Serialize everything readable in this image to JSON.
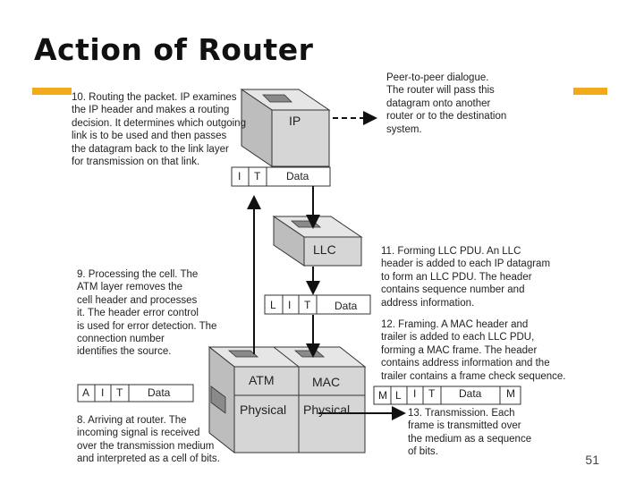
{
  "title": "Action of Router",
  "accent_color": "#f2a91a",
  "notes": {
    "routing": "10. Routing the packet. IP examines\nthe IP header and makes a routing\ndecision. It determines which outgoing\nlink is to be used and then passes\nthe datagram back to the link layer\nfor transmission on that link.",
    "peer": "Peer-to-peer dialogue.\nThe router will pass this\ndatagram onto another\nrouter or to the destination\nsystem.",
    "forming_llc": "11. Forming LLC PDU. An LLC\nheader is added to each IP datagram\nto form an LLC PDU. The header\ncontains sequence number and\naddress information.",
    "processing_cell": "9. Processing the cell. The\nATM layer removes the\ncell header and processes\nit. The header error control\n is used for error detection. The\nconnection number\nidentifies the source.",
    "framing": "12. Framing. A MAC header and\ntrailer is added to each LLC PDU,\nforming a MAC frame. The header\ncontains address information and the\ntrailer contains a frame check sequence.",
    "arriving": "8. Arriving at router. The\nincoming signal is received\nover the transmission medium\nand interpreted as a cell of bits.",
    "transmission": "13. Transmission. Each\nframe is transmitted over\nthe medium as a sequence\nof bits."
  },
  "layers": {
    "ip": "IP",
    "llc": "LLC",
    "atm": "ATM",
    "mac": "MAC",
    "physical_left": "Physical",
    "physical_right": "Physical"
  },
  "pdus": {
    "ip_row": [
      "I",
      "T",
      "Data"
    ],
    "llc_row": [
      "L",
      "I",
      "T",
      "Data"
    ],
    "atm_row": [
      "A",
      "I",
      "T",
      "Data"
    ],
    "mac_row": [
      "M",
      "L",
      "I",
      "T",
      "Data",
      "M"
    ]
  },
  "page_number": "51"
}
